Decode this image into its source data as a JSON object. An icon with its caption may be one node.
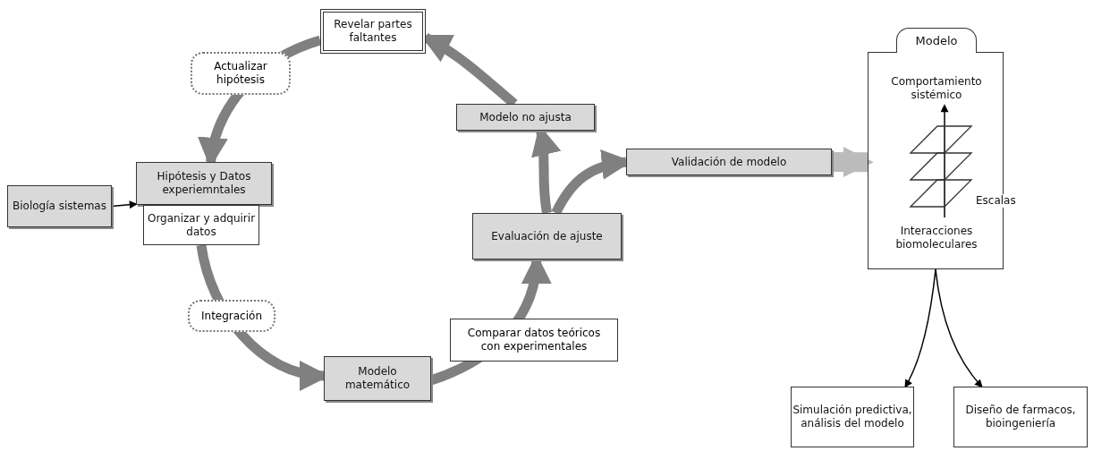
{
  "diagram": {
    "nodes": [
      {
        "text": [
          "Biología sistemas"
        ]
      },
      {
        "text": [
          "Hipótesis y Datos experiemntales"
        ]
      },
      {
        "text": [
          "Organizar y adquirir datos"
        ]
      },
      {
        "text": [
          "Revelar partes faltantes"
        ]
      },
      {
        "text": [
          "Modelo no ajusta"
        ]
      },
      {
        "text": [
          "Validación de modelo"
        ]
      },
      {
        "text": [
          "Evaluación de  ajuste"
        ]
      },
      {
        "text": [
          "Modelo matemático"
        ]
      },
      {
        "text": [
          "Modelo"
        ]
      },
      {
        "text": [
          "Comportamiento sistémico"
        ],
        "in": 8
      },
      {
        "text": [
          "Interacciones biomoleculares"
        ],
        "in": 8
      },
      {
        "text": [
          "Simulación predictiva, análisis del modelo"
        ]
      },
      {
        "text": [
          "Diseño de farmacos, bioingeniería"
        ]
      }
    ],
    "edges": [
      {
        "from": 0,
        "to": 1,
        "arrow": "to",
        "color": "#000000"
      },
      {
        "from": 2,
        "to": 7,
        "arrow": "to",
        "label": "Integración"
      },
      {
        "from": 7,
        "to": 6,
        "arrow": "to",
        "label": "Comparar datos teóricos con experimentales"
      },
      {
        "from": 6,
        "to": 4,
        "arrow": "to"
      },
      {
        "from": 6,
        "to": 5,
        "arrow": "to"
      },
      {
        "from": 4,
        "to": 3,
        "arrow": "to"
      },
      {
        "from": 3,
        "to": 1,
        "arrow": "to",
        "label": "Actualizar hipótesis"
      },
      {
        "from": 5,
        "to": 8,
        "arrow": "to",
        "style": "thick",
        "color": "#bbbbbb"
      },
      {
        "from": 10,
        "to": 9,
        "arrow": "to",
        "color": "#000000"
      },
      {
        "from": 8,
        "to": 11,
        "arrow": "to",
        "color": "#000000"
      },
      {
        "from": 8,
        "to": 12,
        "arrow": "to",
        "color": "#000000"
      }
    ],
    "labels": [
      "Escalas"
    ]
  }
}
